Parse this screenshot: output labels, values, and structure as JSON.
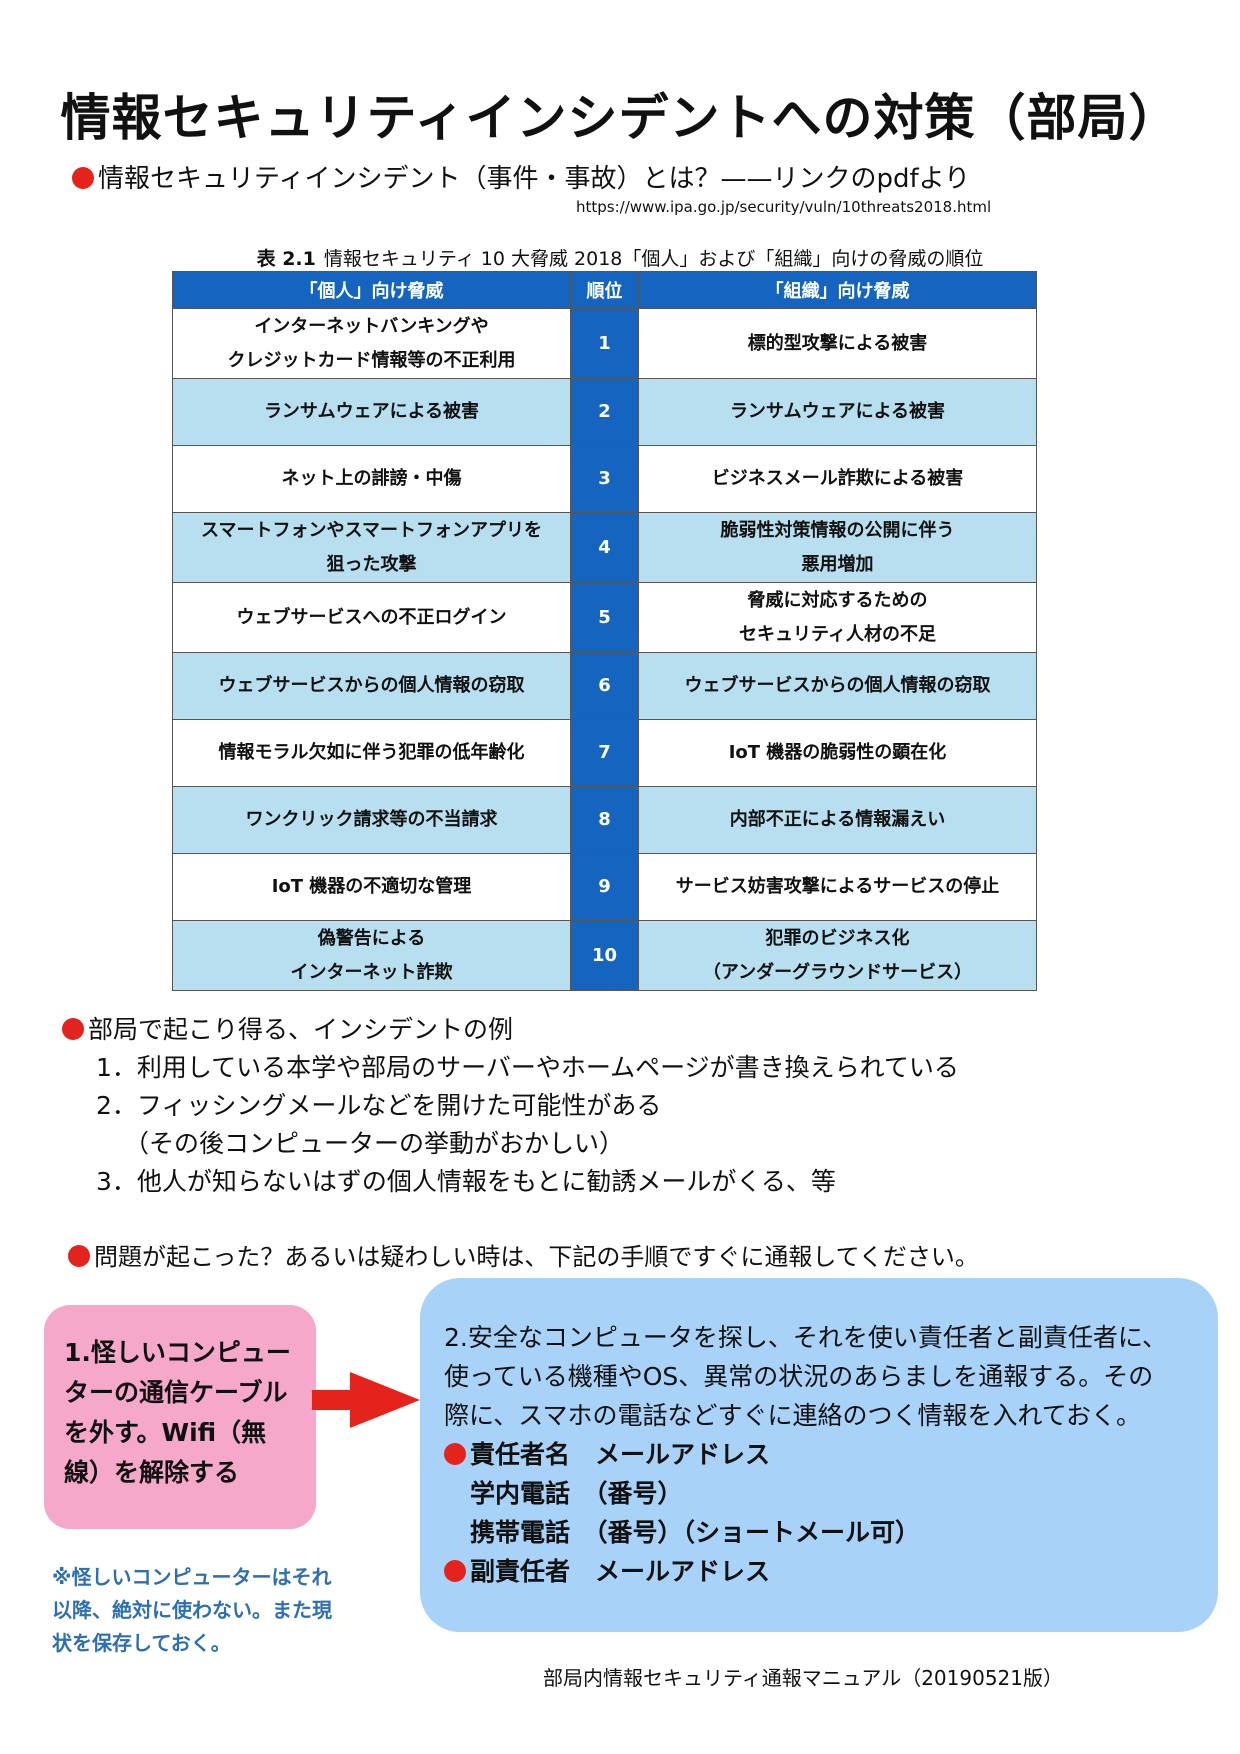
{
  "title": "情報セキュリティインシデントへの対策（部局）",
  "intro": {
    "heading": "情報セキュリティインシデント（事件・事故）とは？——リンクのpdfより",
    "url": "https://www.ipa.go.jp/security/vuln/10threats2018.html"
  },
  "table": {
    "caption_num": "表 2.1",
    "caption_text": "情報セキュリティ 10 大脅威 2018「個人」および「組織」向けの脅威の順位",
    "headers": [
      "「個人」向け脅威",
      "順位",
      "「組織」向け脅威"
    ],
    "rows": [
      {
        "personal": [
          "インターネットバンキングや",
          "クレジットカード情報等の不正利用"
        ],
        "rank": "1",
        "org": [
          "標的型攻撃による被害"
        ]
      },
      {
        "personal": [
          "ランサムウェアによる被害"
        ],
        "rank": "2",
        "org": [
          "ランサムウェアによる被害"
        ]
      },
      {
        "personal": [
          "ネット上の誹謗・中傷"
        ],
        "rank": "3",
        "org": [
          "ビジネスメール詐欺による被害"
        ]
      },
      {
        "personal": [
          "スマートフォンやスマートフォンアプリを",
          "狙った攻撃"
        ],
        "rank": "4",
        "org": [
          "脆弱性対策情報の公開に伴う",
          "悪用増加"
        ]
      },
      {
        "personal": [
          "ウェブサービスへの不正ログイン"
        ],
        "rank": "5",
        "org": [
          "脅威に対応するための",
          "セキュリティ人材の不足"
        ]
      },
      {
        "personal": [
          "ウェブサービスからの個人情報の窃取"
        ],
        "rank": "6",
        "org": [
          "ウェブサービスからの個人情報の窃取"
        ]
      },
      {
        "personal": [
          "情報モラル欠如に伴う犯罪の低年齢化"
        ],
        "rank": "7",
        "org": [
          "IoT 機器の脆弱性の顕在化"
        ]
      },
      {
        "personal": [
          "ワンクリック請求等の不当請求"
        ],
        "rank": "8",
        "org": [
          "内部不正による情報漏えい"
        ]
      },
      {
        "personal": [
          "IoT 機器の不適切な管理"
        ],
        "rank": "9",
        "org": [
          "サービス妨害攻撃によるサービスの停止"
        ]
      },
      {
        "personal": [
          "偽警告による",
          "インターネット詐欺"
        ],
        "rank": "10",
        "org": [
          "犯罪のビジネス化",
          "（アンダーグラウンドサービス）"
        ]
      }
    ]
  },
  "examples": {
    "heading": "部局で起こり得る、インシデントの例",
    "item1": "1．利用している本学や部局のサーバーやホームページが書き換えられている",
    "item2": "2．フィッシングメールなどを開けた可能性がある",
    "item2_sub": "（その後コンピューターの挙動がおかしい）",
    "item3": "3．他人が知らないはずの個人情報をもとに勧誘メールがくる、等"
  },
  "contact_heading": "問題が起こった？あるいは疑わしい時は、下記の手順ですぐに通報してください。",
  "step1": {
    "lines": [
      "1.怪しいコンピュー",
      "ターの通信ケーブル",
      "を外す。Wifi（無",
      "線）を解除する"
    ]
  },
  "step2": {
    "line1": "2.安全なコンピュータを探し、それを使い責任者と副責任者に、",
    "line2": "使っている機種やOS、異常の状況のあらましを通報する。その",
    "line3": "際に、スマホの電話などすぐに連絡のつく情報を入れておく。",
    "manager": "責任者名　メールアドレス",
    "campus_phone": "学内電話　（番号）",
    "mobile_phone": "携帯電話　（番号）（ショートメール可）",
    "deputy": "副責任者　メールアドレス"
  },
  "note": {
    "lines": [
      "※怪しいコンピューターはそれ",
      "以降、絶対に使わない。また現",
      "状を保存しておく。"
    ]
  },
  "footer": "部局内情報セキュリティ通報マニュアル（20190521版）",
  "colors": {
    "bullet_red": "#e4241c",
    "table_header_blue": "#1565c0",
    "row_light_blue": "#b8dff0",
    "step1_pink": "#f5a8c9",
    "step2_blue": "#a8d2f7",
    "arrow_red": "#e4241c",
    "note_blue": "#2d6fb0"
  }
}
